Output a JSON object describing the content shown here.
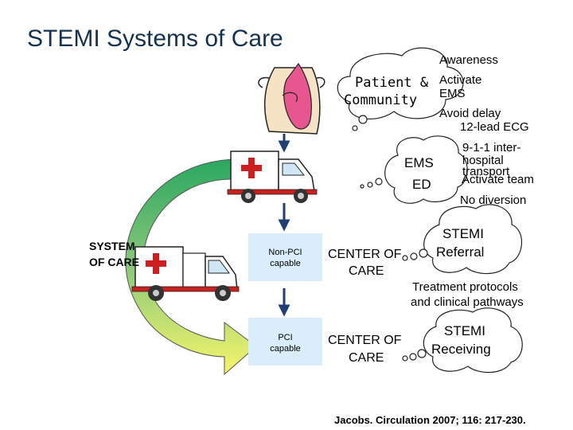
{
  "title": "STEMI Systems of Care",
  "patient_community": {
    "line1": "Patient &",
    "line2": "Community"
  },
  "awareness": [
    "Awareness",
    "Activate",
    "EMS",
    "Avoid delay"
  ],
  "ems_ed": {
    "line1": "EMS",
    "line2": "ED"
  },
  "ems_items": [
    "12-lead ECG",
    "9-1-1 inter-",
    "hospital",
    "transport",
    "Activate team",
    "No diversion"
  ],
  "system_of_care": {
    "line1": "SYSTEM",
    "line2": "OF CARE"
  },
  "non_pci_box": {
    "line1": "Non-PCI",
    "line2": "capable"
  },
  "pci_box": {
    "line1": "PCI",
    "line2": "capable"
  },
  "center_of_care": {
    "line1": "CENTER OF",
    "line2": "CARE"
  },
  "referral_bubble": {
    "line1": "STEMI",
    "line2": "Referral"
  },
  "treatment": {
    "line1": "Treatment protocols",
    "line2": "and clinical pathways"
  },
  "receiving_bubble": {
    "line1": "STEMI",
    "line2": "Receiving"
  },
  "citation": "Jacobs. Circulation 2007; 116: 217-230.",
  "colors": {
    "title": "#14324f",
    "arrow": "#1f3f73",
    "cycle_top": "#2aa760",
    "cycle_bottom": "#f6f66a",
    "box": "#d9eefa",
    "cross": "#cc1f1f",
    "shirt": "#e8568f",
    "skin": "#f6e2c4"
  }
}
